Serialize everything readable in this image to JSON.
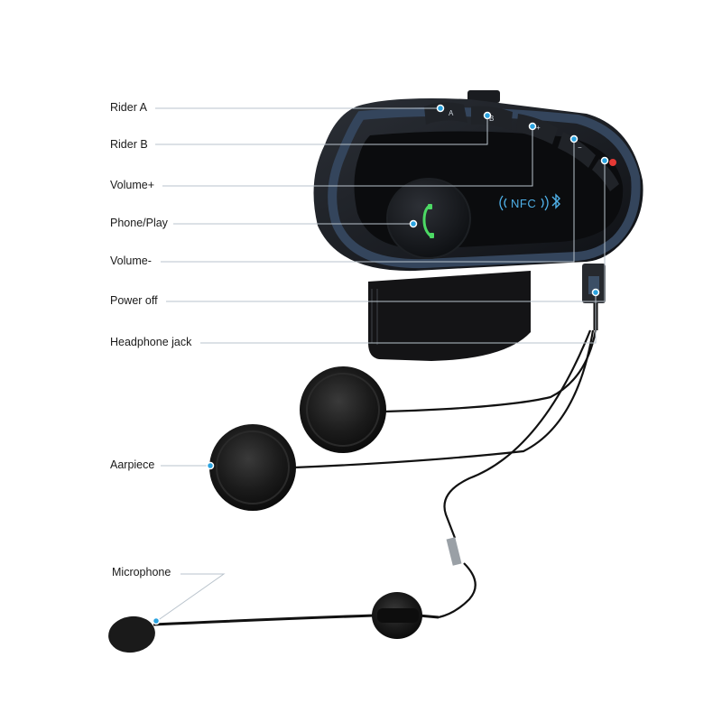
{
  "labels": {
    "rider_a": "Rider A",
    "rider_b": "Rider B",
    "volume_plus": "Volume+",
    "phone_play": "Phone/Play",
    "volume_minus": "Volume-",
    "power_off": "Power off",
    "headphone_jack": "Headphone jack",
    "earpiece": "Aarpiece",
    "microphone": "Microphone"
  },
  "device": {
    "nfc_text": "NFC",
    "button_keys": [
      "A",
      "B",
      "+",
      "−"
    ]
  },
  "colors": {
    "callout_dot": "#2aa3e0",
    "leader_line": "#b9c3cc",
    "body_dark": "#15181c",
    "body_blue": "#34455c",
    "phone_accent": "#4cd964"
  },
  "icons": {
    "phone": "phone-icon",
    "bluetooth": "bluetooth-icon",
    "nfc": "nfc-icon"
  }
}
